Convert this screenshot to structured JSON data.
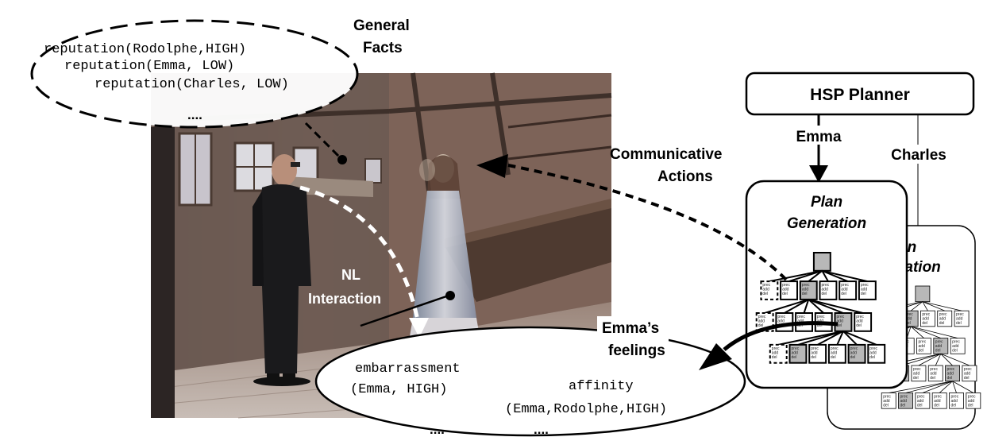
{
  "general_facts": {
    "label_line1": "General",
    "label_line2": "Facts",
    "facts": [
      "reputation(Rodolphe,HIGH)",
      "reputation(Emma, LOW)",
      "reputation(Charles, LOW)"
    ],
    "ellipsis": "...."
  },
  "planner": {
    "title": "HSP Planner",
    "emma_label": "Emma",
    "charles_label": "Charles"
  },
  "plan_generation": {
    "line1": "Plan",
    "line2": "Generation",
    "back_line1": "an",
    "back_line2": "ration"
  },
  "communicative_actions": {
    "line1": "Communicative",
    "line2": "Actions"
  },
  "nl_interaction": {
    "line1": "NL",
    "line2": "Interaction"
  },
  "feelings": {
    "label_line1": "Emma’s",
    "label_line2": "feelings",
    "item1_line1": "embarrassment",
    "item1_line2": "(Emma, HIGH)",
    "item2_line1": "affinity",
    "item2_line2": "(Emma,Rodolphe,HIGH)",
    "ellipsis_left": "....",
    "ellipsis_right": "...."
  },
  "node": {
    "prec": "prec",
    "add": "add",
    "del": "del"
  },
  "colors": {
    "line": "#000000",
    "node_fill": "#b8b8b8",
    "room_wall": "#8a7466",
    "room_floor": "#a89a90"
  }
}
